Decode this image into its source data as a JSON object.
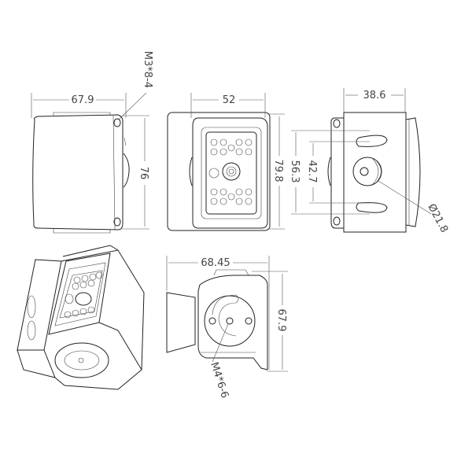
{
  "drawing": {
    "views": [
      "side-view",
      "front-view",
      "rear-view",
      "isometric-view",
      "bottom-view"
    ],
    "dimensions": {
      "side_width": "67.9",
      "side_screw": "M3*8-4",
      "side_height": "76",
      "front_width": "52",
      "front_height": "79.8",
      "rear_width": "38.6",
      "rear_slot_outer": "56.3",
      "rear_slot_inner": "42.7",
      "rear_mount_diameter": "Ø21.8",
      "bottom_width": "68.45",
      "bottom_height": "67.9",
      "bottom_screw": "M4*6-6"
    },
    "colors": {
      "line": "#222222",
      "dimension": "#555555",
      "background": "#ffffff"
    }
  }
}
